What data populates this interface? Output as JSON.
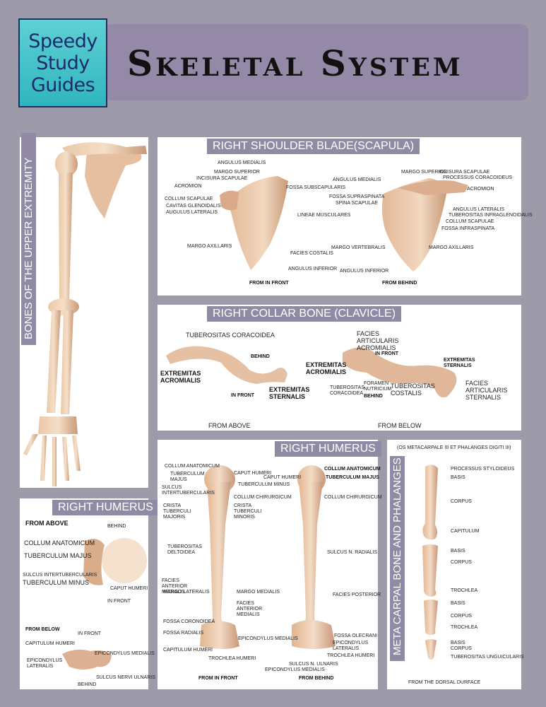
{
  "logo": {
    "line1": "Speedy",
    "line2": "Study",
    "line3": "Guides"
  },
  "title": "Skeletal System",
  "upper": {
    "label": "BONES OF THE UPPER EXTREMITY"
  },
  "scapula": {
    "title": "RIGHT SHOULDER BLADE(SCAPULA)",
    "front": [
      "ANGULUS MEDIALIS",
      "MARGO SUPERIOR",
      "INCISURA SCAPULAE",
      "ACROMION",
      "COLLUM SCAPULAE",
      "CAVITAS GLENOIDALIS",
      "AUGULUS LATERALIS",
      "MARGO AXILLARIS",
      "FOSSA SUBSCAPULARIS",
      "LINEAE MUSCULARES",
      "FACIES COSTALIS",
      "ANGULUS INFERIOR"
    ],
    "back": [
      "ANGULUS MEDIALIS",
      "MARGO SUPERIOR",
      "INCISURA SCAPULAE",
      "PROCESSUS CORACOIDEUS",
      "ACROMION",
      "FOSSA SUPRASPINATA",
      "SPINA SCAPULAE",
      "ANGULUS LATERALIS",
      "TUBEROSITAS INFRAGLENOIDALIS",
      "COLLUM SCAPULAE",
      "FOSSA INFRASPINATA",
      "MARGO VERTEBRALIS",
      "MARGO AXILLARIS",
      "ANGULUS INFERIOR"
    ],
    "from_front": "FROM IN FRONT",
    "from_behind": "FROM BEHIND"
  },
  "clavicle": {
    "title": "RIGHT COLLAR BONE (CLAVICLE)",
    "above": {
      "tuberositas": "TUBEROSITAS CORACOIDEA",
      "behind": "BEHIND",
      "extremitas_acromialis": "EXTREMITAS ACROMIALIS",
      "in_front": "IN FRONT",
      "extremitas_sternalis": "EXTREMITAS STERNALIS",
      "caption": "FROM ABOVE"
    },
    "below": {
      "facies_art_acr": "FACIES ARTICULARIS ACROMIALIS",
      "in_front": "IN FRONT",
      "extremitas_acromialis": "EXTREMITAS ACROMIALIS",
      "extremitas_sternalis": "EXTREMITAS STERNALIS",
      "foramen": "FORAMEN NUTRICIUM",
      "tub_coracoidea": "TUBEROSITAS CORACOIDEA",
      "tub_costalis": "TUBEROSITAS COSTALIS",
      "behind": "BEHIND",
      "facies_art_st": "FACIES ARTICULARIS STERNALIS",
      "caption": "FROM BELOW"
    }
  },
  "humerus_small": {
    "title": "RIGHT HUMERUS",
    "from_above": "FROM ABOVE",
    "behind": "BEHIND",
    "collum": "COLLUM ANATOMICUM",
    "tuberculum_majus": "TUBERCULUM MAJUS",
    "sulcus": "SULCUS INTERTUBERCULARIS",
    "tuberculum_minus": "TUBERCULUM MINUS",
    "caput": "CAPUT HUMERI",
    "in_front": "IN FRONT",
    "from_below": "FROM BELOW",
    "in_front2": "IN FRONT",
    "capitulum": "CAPITULUM HUMERI",
    "epi_lateralis": "EPICONDYLUS LATERALIS",
    "epi_medialis": "EPICONDYLUS MEDIALIS",
    "sulcus_nervi": "SULCUS NERVI ULNARIS",
    "behind2": "BEHIND"
  },
  "humerus_big": {
    "title": "RIGHT HUMERUS",
    "front": [
      "COLLUM ANATOMICUM",
      "TUBERCULUM MAJUS",
      "CAPUT HUMERI",
      "TUBERCULUM MINUS",
      "SULCUS INTERTUBERCULARIS",
      "COLLUM CHIRURGICUM",
      "CRISTA TUBERCULI MAJORIS",
      "CRISTA TUBERCULI MINORIS",
      "TUBEROSITAS DELTOIDEA",
      "FACIES ANTERIOR MEDIALIS",
      "MARGO LATERALIS",
      "MARGO MEDIALIS",
      "FACIES ANTERIOR MEDIALIS",
      "FOSSA CORONOIDEA",
      "FOSSA RADIALIS",
      "EPICONDYLUS MEDIALIS",
      "CAPITULUM HUMERI",
      "TROCHLEA HUMERI"
    ],
    "back": [
      "CAPUT HUMERI",
      "COLLUM ANATOMICUM",
      "TUBERCULUM MAJUS",
      "COLLUM CHIRURGICUM",
      "SULCUS N. RADIALIS",
      "FACIES POSTERIOR",
      "FOSSA OLECRANI",
      "EPICONDYLUS LATERALIS",
      "TROCHLEA HUMERI",
      "SULCUS N. ULNARIS",
      "EPICONDYLUS MEDIALIS"
    ],
    "from_front": "FROM IN FRONT",
    "from_behind": "FROM BEHIND"
  },
  "metacarpal": {
    "label": "META CARPAL BONE AND PHALANGES",
    "subtitle": "(OS METACARPALE III ET PHALANGES DIGITI III)",
    "labels": [
      "PROCESSUS STYLOIDEUS",
      "BASIS",
      "CORPUS",
      "CAPITULUM",
      "BASIS",
      "CORPUS",
      "TROCHLEA",
      "BASIS",
      "CORPUS",
      "TROCHLEA",
      "BASIS",
      "CORPUS",
      "TUBEROSITAS UNGUICULARIS"
    ],
    "caption": "FROM THE DORSAL DURFACE"
  }
}
